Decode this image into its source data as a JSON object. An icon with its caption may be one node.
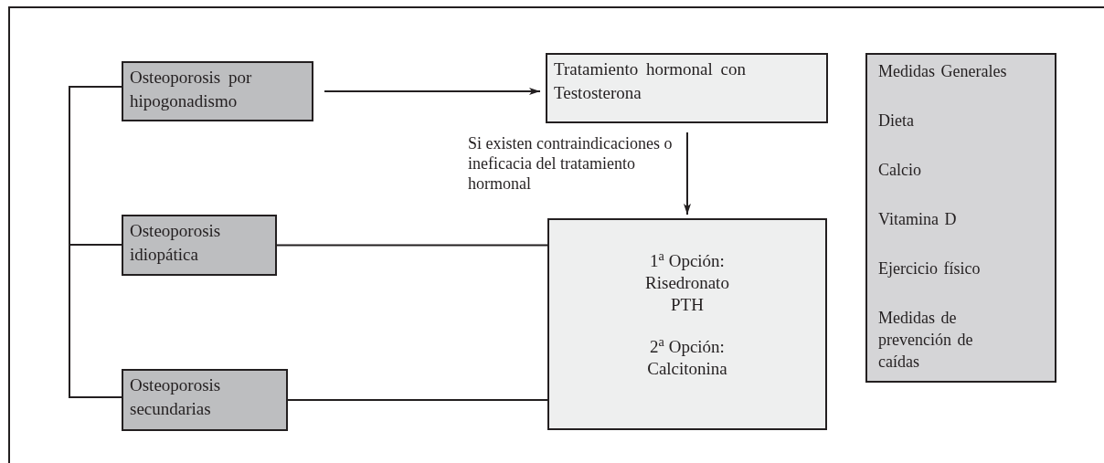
{
  "diagram": {
    "nodes": [
      {
        "text": [
          "Osteoporosis por hipogonadismo"
        ]
      },
      {
        "text": [
          "Tratamiento hormonal con Testosterona"
        ]
      },
      {
        "text": [
          "Osteoporosis idiopática"
        ]
      },
      {
        "text": [
          "Osteoporosis secundarias"
        ]
      },
      {
        "text": [
          "1$^{a}$ Opción: Risedronato PTH",
          "2$^{a}$ Opción: Calcitonina"
        ]
      },
      {
        "text": [
          "Medidas Generales",
          "Dieta",
          "Calcio",
          "Vitamina D",
          "Ejercicio físico",
          "Medidas de prevención de caídas"
        ]
      }
    ],
    "edges": [
      {
        "from": 0,
        "to": 1,
        "arrow": "to"
      },
      {
        "from": 1,
        "to": 4,
        "arrow": "to",
        "label": "Si existen contraindicaciones o ineficacia del tratamiento hormonal"
      },
      {
        "from": 2,
        "to": 4,
        "arrow": "none"
      },
      {
        "from": 3,
        "to": 4,
        "arrow": "none"
      }
    ]
  }
}
